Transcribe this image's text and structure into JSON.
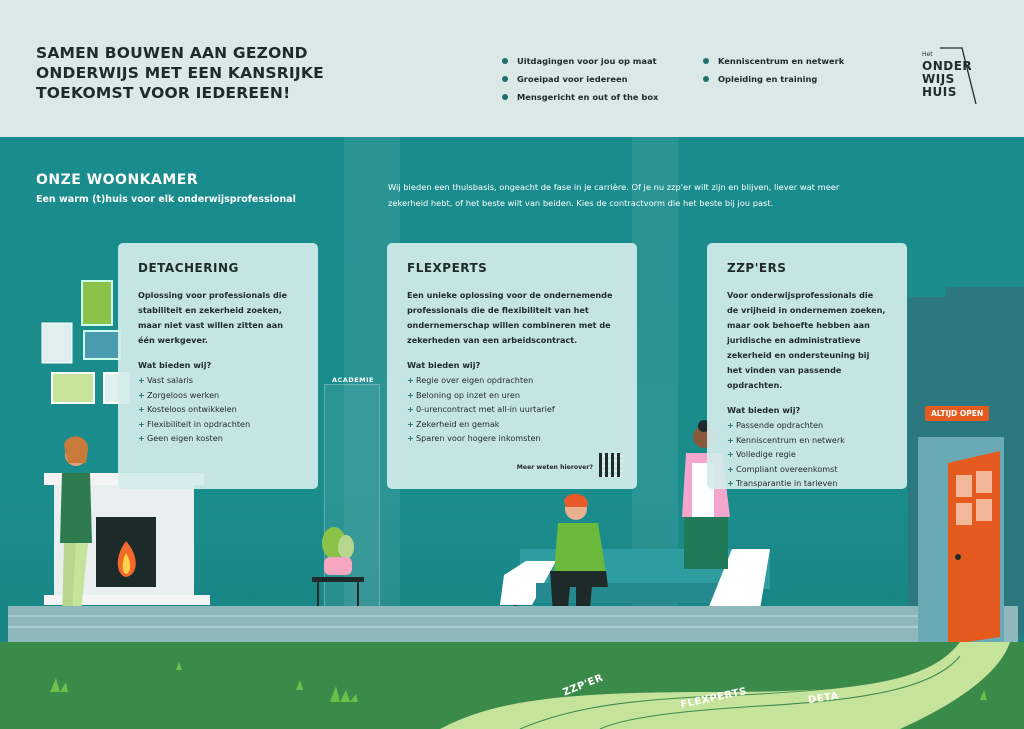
{
  "header": {
    "headline_lines": [
      "SAMEN BOUWEN AAN GEZOND",
      "ONDERWIJS MET EEN KANSRIJKE",
      "TOEKOMST VOOR IEDEREEN!"
    ],
    "bullets_col1": [
      "Uitdagingen voor jou op maat",
      "Groeipad voor iedereen",
      "Mensgericht en out of the box"
    ],
    "bullets_col2": [
      "Kenniscentrum en netwerk",
      "Opleiding en training"
    ],
    "logo": {
      "small": "Het",
      "lines": [
        "ONDER",
        "WIJS",
        "HUIS"
      ]
    }
  },
  "section": {
    "title": "ONZE WOONKAMER",
    "subtitle": "Een warm (t)huis voor elk onderwijsprofessional",
    "intro": "Wij bieden een thuisbasis, ongeacht de fase in je carrière. Of je nu zzp'er wilt zijn en blijven, liever wat meer zekerheid hebt, of het beste wilt van beiden. Kies de contractvorm die het beste bij jou past."
  },
  "cards": [
    {
      "title": "DETACHERING",
      "desc": "Oplossing voor professionals die stabiliteit en zekerheid zoeken, maar niet vast willen zitten aan één werkgever.",
      "offer_title": "Wat bieden wij?",
      "items": [
        "Vast salaris",
        "Zorgeloos werken",
        "Kosteloos ontwikkelen",
        "Flexibiliteit in opdrachten",
        "Geen eigen kosten"
      ]
    },
    {
      "title": "FLEXPERTS",
      "desc": "Een unieke oplossing voor de ondernemende professionals die de flexibiliteit van het ondernemerschap willen combineren met de zekerheden van een arbeidscontract.",
      "offer_title": "Wat bieden wij?",
      "items": [
        "Regie over eigen opdrachten",
        "Beloning op inzet en uren",
        "0-urencontract met all-in uurtarief",
        "Zekerheid en gemak",
        "Sparen voor hogere inkomsten"
      ],
      "more": "Meer weten hierover?"
    },
    {
      "title": "ZZP'ERS",
      "desc": "Voor onderwijsprofessionals die de vrijheid in ondernemen zoeken, maar ook behoefte hebben aan juridische en administratieve zekerheid en ondersteuning bij het vinden van passende opdrachten.",
      "offer_title": "Wat bieden wij?",
      "items": [
        "Passende opdrachten",
        "Kenniscentrum en netwerk",
        "Volledige regie",
        "Compliant overeenkomst",
        "Transparantie in tarieven"
      ]
    }
  ],
  "scene": {
    "academie": "ACADEMIE",
    "door_sign": "ALTIJD OPEN",
    "paths": [
      "ZZP'ER",
      "FLEXPERTS",
      "DETA"
    ]
  },
  "colors": {
    "teal": "#1a8a8c",
    "header_bg": "#dbe8e8",
    "accent_orange": "#e55b1f",
    "grass": "#3a8a4a"
  }
}
